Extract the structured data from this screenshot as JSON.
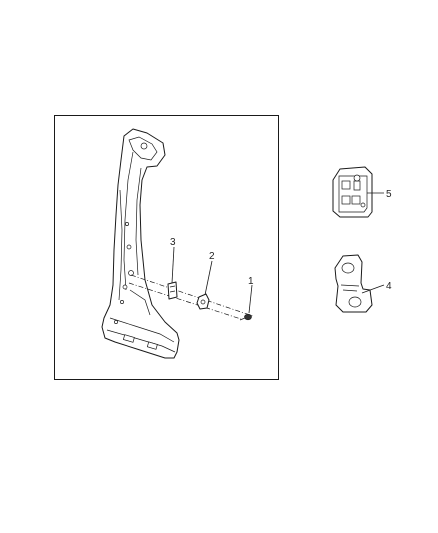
{
  "callouts": [
    {
      "id": "1",
      "label": "1"
    },
    {
      "id": "2",
      "label": "2"
    },
    {
      "id": "3",
      "label": "3"
    },
    {
      "id": "4",
      "label": "4"
    },
    {
      "id": "5",
      "label": "5"
    }
  ],
  "colors": {
    "line": "#1a1a1a",
    "background": "#ffffff",
    "frame": "#1a1a1a"
  }
}
